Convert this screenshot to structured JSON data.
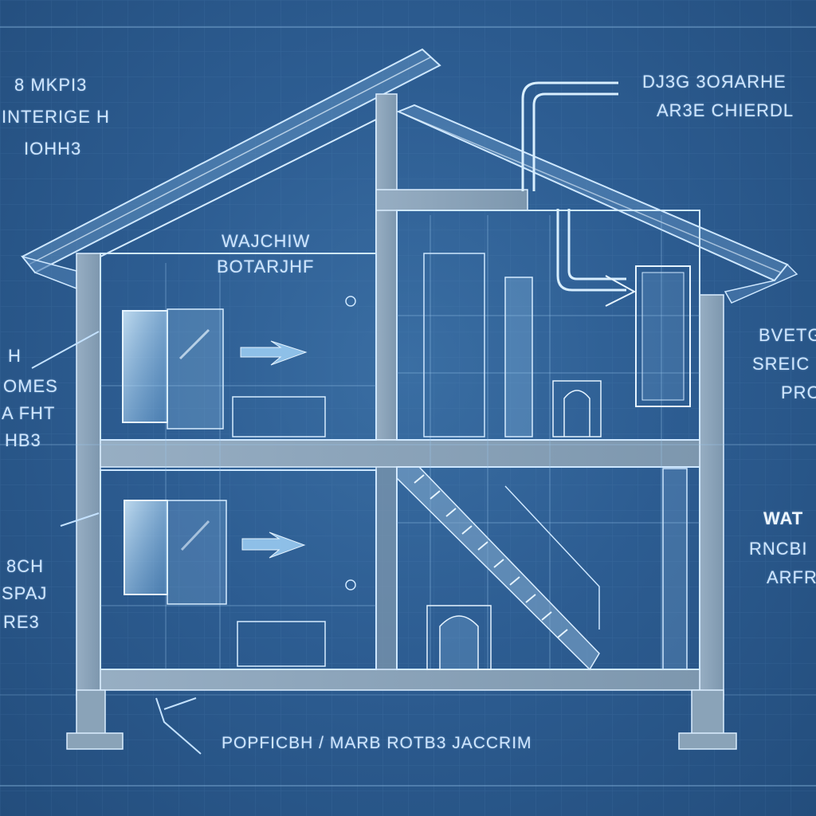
{
  "colors": {
    "background": "#2d5d92",
    "line": "#a9d2f2",
    "wall": "#8aa3b8",
    "glass": "#bfe3ff",
    "text": "#cfe6ff"
  },
  "labels": {
    "top_left": [
      "8 MKPI3",
      "INTERIGE    H",
      "IOHH3"
    ],
    "top_right": [
      "DJ3G 3OЯARHE",
      "AR3E CHIERDL"
    ],
    "center_room": [
      "WAJCHIW",
      "BOTARJHF"
    ],
    "left_middle": [
      "H",
      "OMES",
      "A FHT",
      "HB3"
    ],
    "left_lower": [
      "8CH",
      "SPAJ",
      "RE3"
    ],
    "right_middle": [
      "BVETG",
      "SREIC",
      "PRC"
    ],
    "right_lower": [
      "WAT",
      "RNCBI",
      "ARFR"
    ],
    "bottom": "POPFICBH / MARB ROTB3 JACCRIM"
  },
  "icons": {
    "arrow_upper": "right-arrow-icon",
    "arrow_lower": "right-arrow-icon",
    "arrow_duct": "right-arrow-icon"
  }
}
